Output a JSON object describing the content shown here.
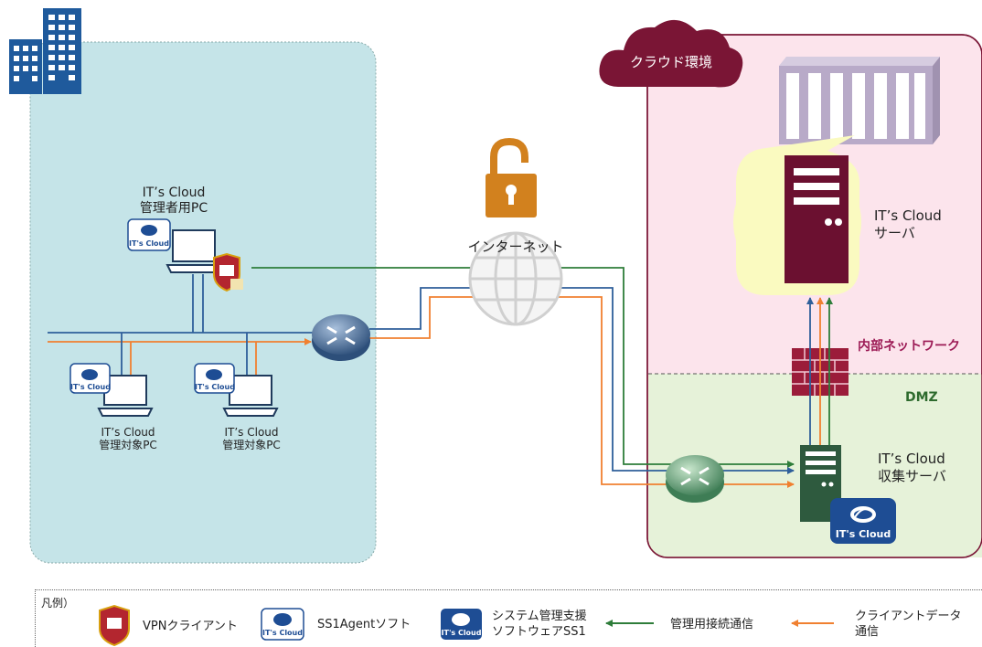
{
  "cloud_label": "クラウド環境",
  "internet_label": "インターネット",
  "admin_pc": {
    "line1": "IT’s Cloud",
    "line2": "管理者用PC"
  },
  "managed_pcs": [
    {
      "line1": "IT’s Cloud",
      "line2": "管理対象PC"
    },
    {
      "line1": "IT’s Cloud",
      "line2": "管理対象PC"
    }
  ],
  "server": {
    "line1": "IT’s Cloud",
    "line2": "サーバ"
  },
  "collector": {
    "line1": "IT’s Cloud",
    "line2": "収集サーバ"
  },
  "zones": {
    "internal": "内部ネットワーク",
    "dmz": "DMZ"
  },
  "badge_text": "IT's Cloud",
  "legend": {
    "title": "凡例）",
    "vpn": "VPNクライアント",
    "agent": "SS1Agentソフト",
    "ss1_line1": "システム管理支援",
    "ss1_line2": "ソフトウェアSS1",
    "mgmt": "管理用接続通信",
    "client_line1": "クライアントデータ",
    "client_line2": "通信"
  },
  "colors": {
    "office_bg": "#c5e4e8",
    "cloud_bg": "#fce4ec",
    "dmz_bg": "#e6f2d9",
    "cloud_accent": "#7a1535",
    "mgmt_line": "#2e7d3a",
    "client_line": "#f08030",
    "lan_line": "#2e5f9a",
    "zone_label": "#9c1a55",
    "dmz_label": "#2e6b2e"
  }
}
